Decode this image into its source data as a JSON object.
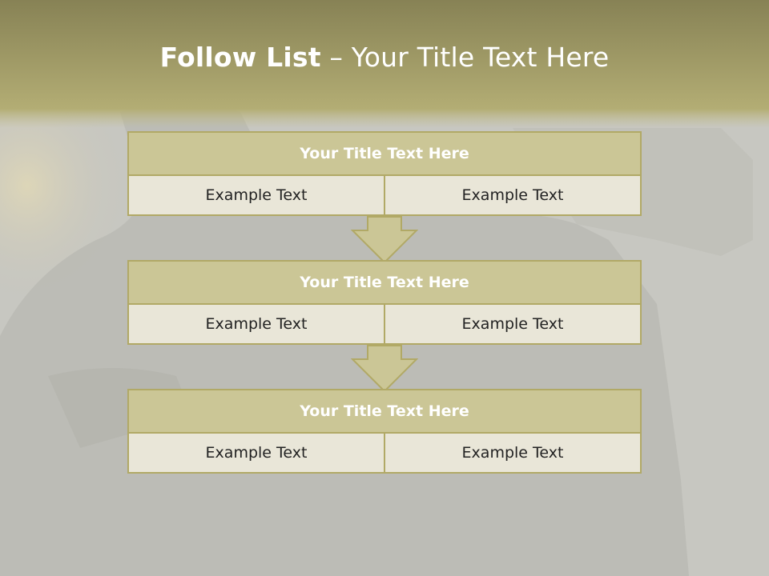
{
  "slide": {
    "title_strong": "Follow List",
    "title_rest": " – Your Title Text Here"
  },
  "blocks": [
    {
      "title": "Your Title Text Here",
      "cells": [
        "Example Text",
        "Example Text"
      ]
    },
    {
      "title": "Your Title Text Here",
      "cells": [
        "Example Text",
        "Example Text"
      ]
    },
    {
      "title": "Your Title Text Here",
      "cells": [
        "Example Text",
        "Example Text"
      ]
    }
  ],
  "colors": {
    "title_fill": "#cbc696",
    "border": "#b1a966",
    "cell_fill": "#e9e6d8",
    "header_band": "#b6b07a"
  }
}
